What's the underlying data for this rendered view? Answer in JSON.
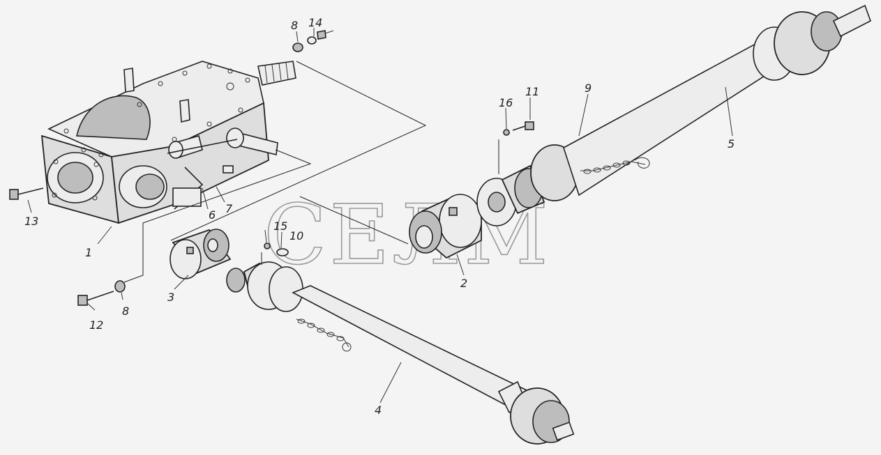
{
  "watermark": "СЕЛМ",
  "callouts": [
    {
      "id": "c1",
      "label": "1"
    },
    {
      "id": "c2",
      "label": "2"
    },
    {
      "id": "c3",
      "label": "3"
    },
    {
      "id": "c4",
      "label": "4"
    },
    {
      "id": "c5",
      "label": "5"
    },
    {
      "id": "c6",
      "label": "6"
    },
    {
      "id": "c7",
      "label": "7"
    },
    {
      "id": "c8a",
      "label": "8"
    },
    {
      "id": "c8b",
      "label": "8"
    },
    {
      "id": "c9",
      "label": "9"
    },
    {
      "id": "c10",
      "label": "10"
    },
    {
      "id": "c11",
      "label": "11"
    },
    {
      "id": "c12",
      "label": "12"
    },
    {
      "id": "c13",
      "label": "13"
    },
    {
      "id": "c14",
      "label": "14"
    },
    {
      "id": "c15",
      "label": "15"
    },
    {
      "id": "c16",
      "label": "16"
    }
  ]
}
